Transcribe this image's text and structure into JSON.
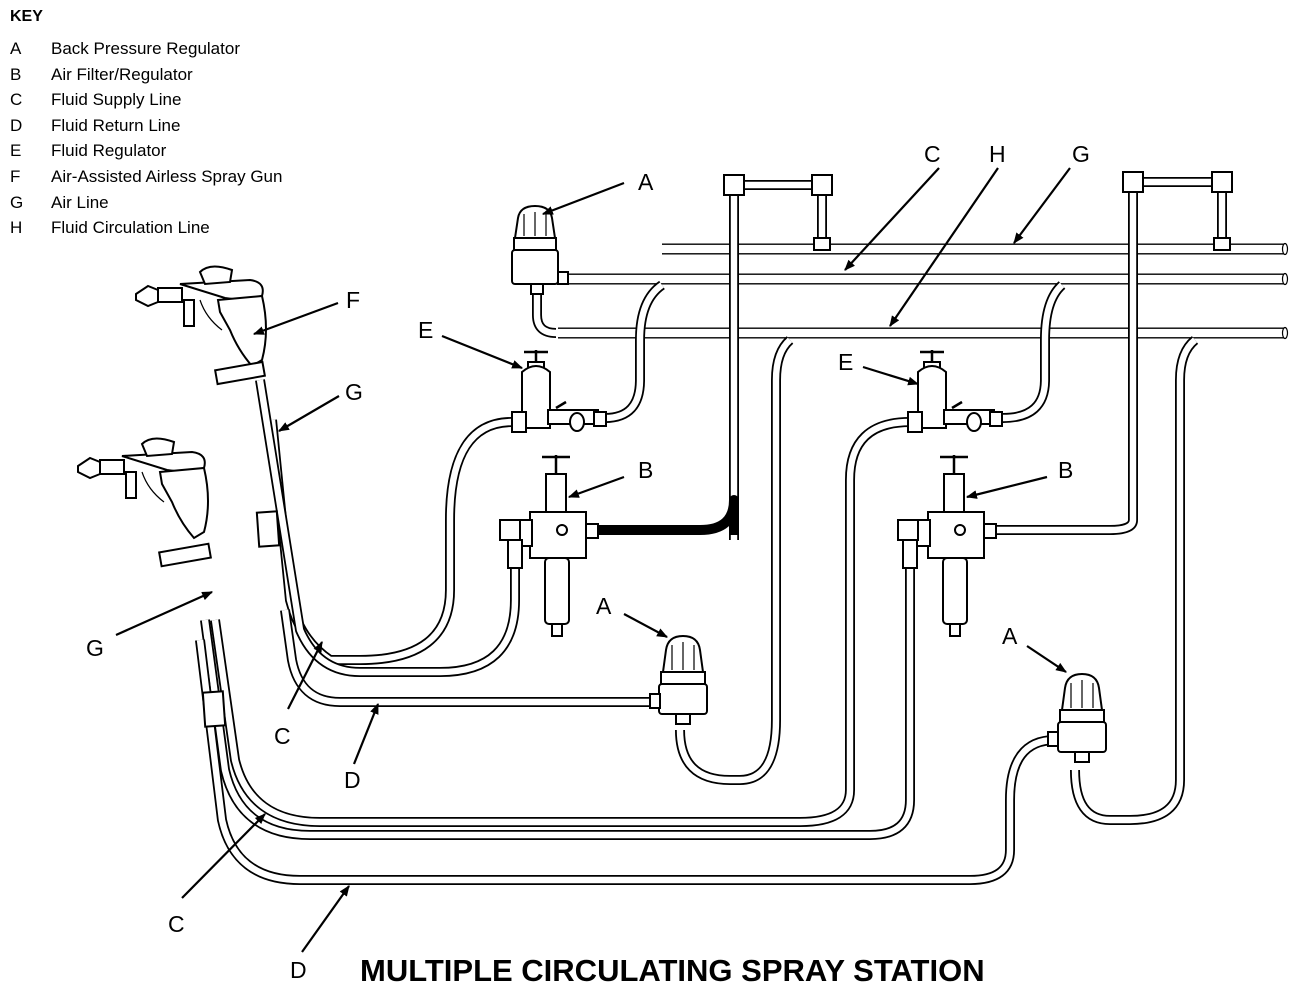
{
  "key": {
    "title": "KEY",
    "items": [
      {
        "letter": "A",
        "text": "Back Pressure Regulator"
      },
      {
        "letter": "B",
        "text": "Air Filter/Regulator"
      },
      {
        "letter": "C",
        "text": "Fluid Supply Line"
      },
      {
        "letter": "D",
        "text": "Fluid Return Line"
      },
      {
        "letter": "E",
        "text": "Fluid Regulator"
      },
      {
        "letter": "F",
        "text": "Air-Assisted Airless Spray Gun"
      },
      {
        "letter": "G",
        "text": "Air Line"
      },
      {
        "letter": "H",
        "text": "Fluid Circulation Line"
      }
    ]
  },
  "callouts": {
    "top_a": "A",
    "top_c": "C",
    "top_h": "H",
    "top_g": "G",
    "f": "F",
    "e_left": "E",
    "e_right": "E",
    "g_upper": "G",
    "b_left": "B",
    "b_right": "B",
    "a_mid": "A",
    "a_right": "A",
    "g_lower": "G",
    "c_mid": "C",
    "d_mid": "D",
    "c_low": "C",
    "d_low": "D"
  },
  "caption": "MULTIPLE CIRCULATING SPRAY STATION",
  "colors": {
    "line": "#000000",
    "background": "#ffffff"
  }
}
